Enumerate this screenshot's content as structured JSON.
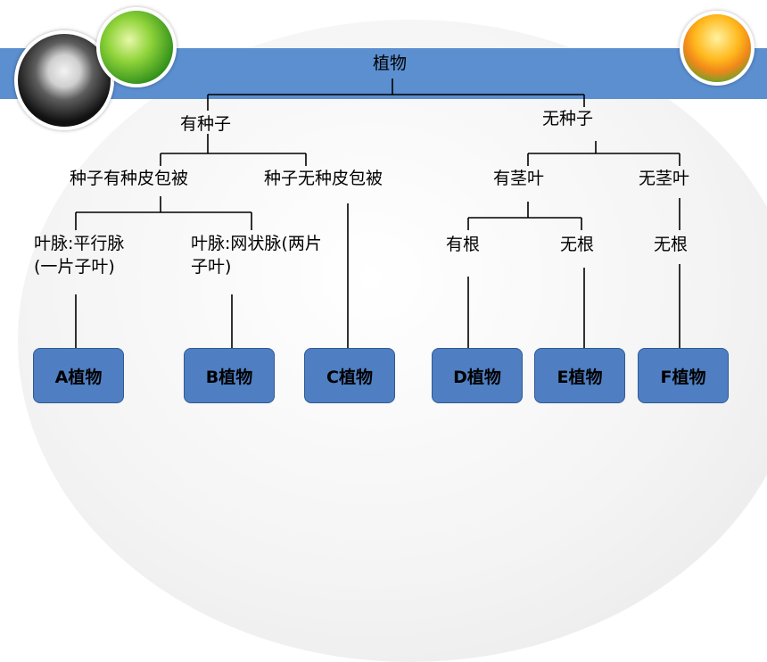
{
  "root": "植物",
  "level1": {
    "left": "有种子",
    "right": "无种子"
  },
  "level2": {
    "seed_covered": "种子有种皮包被",
    "seed_uncovered": "种子无种皮包被",
    "has_stem_leaf": "有茎叶",
    "no_stem_leaf": "无茎叶"
  },
  "level3": {
    "parallel_line1": "叶脉:平行脉",
    "parallel_line2": "(一片子叶)",
    "net_line1": "叶脉:网状脉(两片",
    "net_line2": "子叶)",
    "has_root": "有根",
    "no_root_1": "无根",
    "no_root_2": "无根"
  },
  "leaves": [
    "A植物",
    "B植物",
    "C植物",
    "D植物",
    "E植物",
    "F植物"
  ]
}
